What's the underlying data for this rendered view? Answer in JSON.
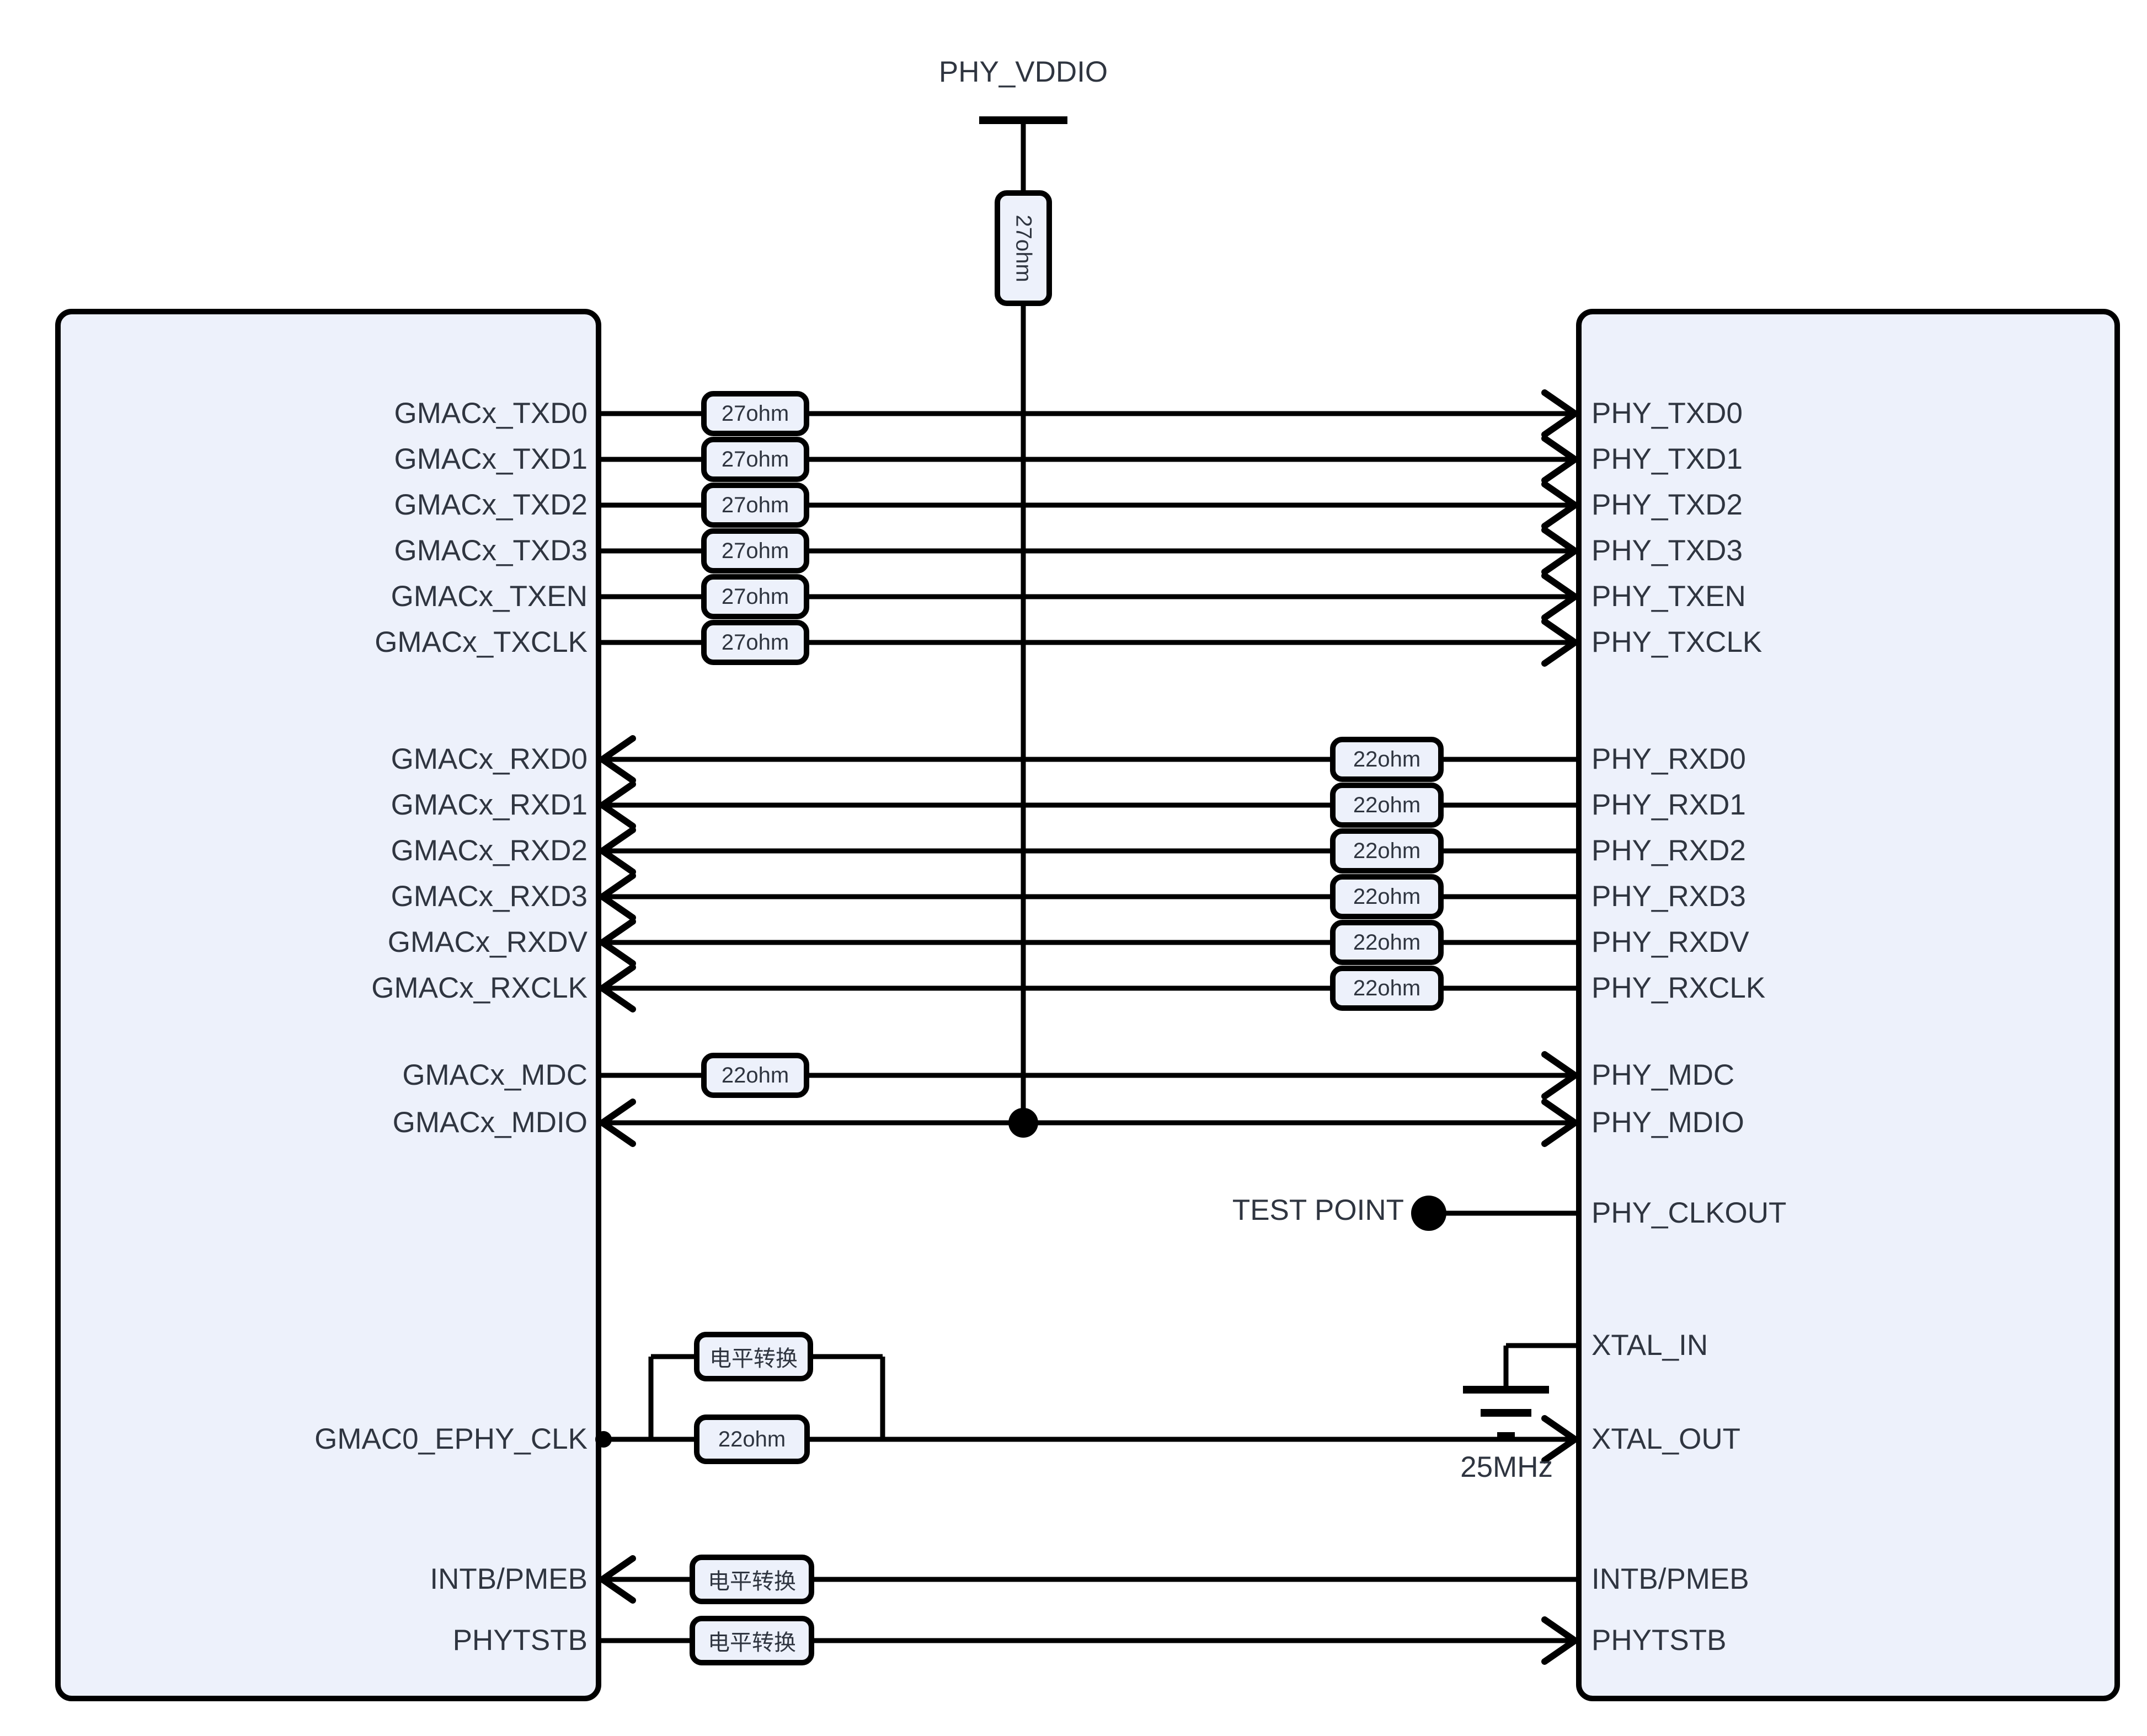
{
  "colors": {
    "block_fill": "#edf1fb",
    "block_stroke": "#000000",
    "wire": "#000000",
    "text": "#2f3540"
  },
  "power": {
    "label": "PHY_VDDIO",
    "resistor": "27ohm"
  },
  "tx": [
    {
      "gmac": "GMACx_TXD0",
      "r": "27ohm",
      "phy": "PHY_TXD0"
    },
    {
      "gmac": "GMACx_TXD1",
      "r": "27ohm",
      "phy": "PHY_TXD1"
    },
    {
      "gmac": "GMACx_TXD2",
      "r": "27ohm",
      "phy": "PHY_TXD2"
    },
    {
      "gmac": "GMACx_TXD3",
      "r": "27ohm",
      "phy": "PHY_TXD3"
    },
    {
      "gmac": "GMACx_TXEN",
      "r": "27ohm",
      "phy": "PHY_TXEN"
    },
    {
      "gmac": "GMACx_TXCLK",
      "r": "27ohm",
      "phy": "PHY_TXCLK"
    }
  ],
  "rx": [
    {
      "gmac": "GMACx_RXD0",
      "r": "22ohm",
      "phy": "PHY_RXD0"
    },
    {
      "gmac": "GMACx_RXD1",
      "r": "22ohm",
      "phy": "PHY_RXD1"
    },
    {
      "gmac": "GMACx_RXD2",
      "r": "22ohm",
      "phy": "PHY_RXD2"
    },
    {
      "gmac": "GMACx_RXD3",
      "r": "22ohm",
      "phy": "PHY_RXD3"
    },
    {
      "gmac": "GMACx_RXDV",
      "r": "22ohm",
      "phy": "PHY_RXDV"
    },
    {
      "gmac": "GMACx_RXCLK",
      "r": "22ohm",
      "phy": "PHY_RXCLK"
    }
  ],
  "mgmt": {
    "mdc": {
      "gmac": "GMACx_MDC",
      "r": "22ohm",
      "phy": "PHY_MDC"
    },
    "mdio": {
      "gmac": "GMACx_MDIO",
      "phy": "PHY_MDIO"
    }
  },
  "clkout": {
    "test_point": "TEST POINT",
    "phy": "PHY_CLKOUT"
  },
  "xtal": {
    "in": "XTAL_IN",
    "out": "XTAL_OUT",
    "freq": "25MHz"
  },
  "ephy": {
    "gmac": "GMAC0_EPHY_CLK",
    "level": "电平转换",
    "r": "22ohm"
  },
  "intb": {
    "gmac": "INTB/PMEB",
    "level": "电平转换",
    "phy": "INTB/PMEB"
  },
  "tstb": {
    "gmac": "PHYTSTB",
    "level": "电平转换",
    "phy": "PHYTSTB"
  }
}
